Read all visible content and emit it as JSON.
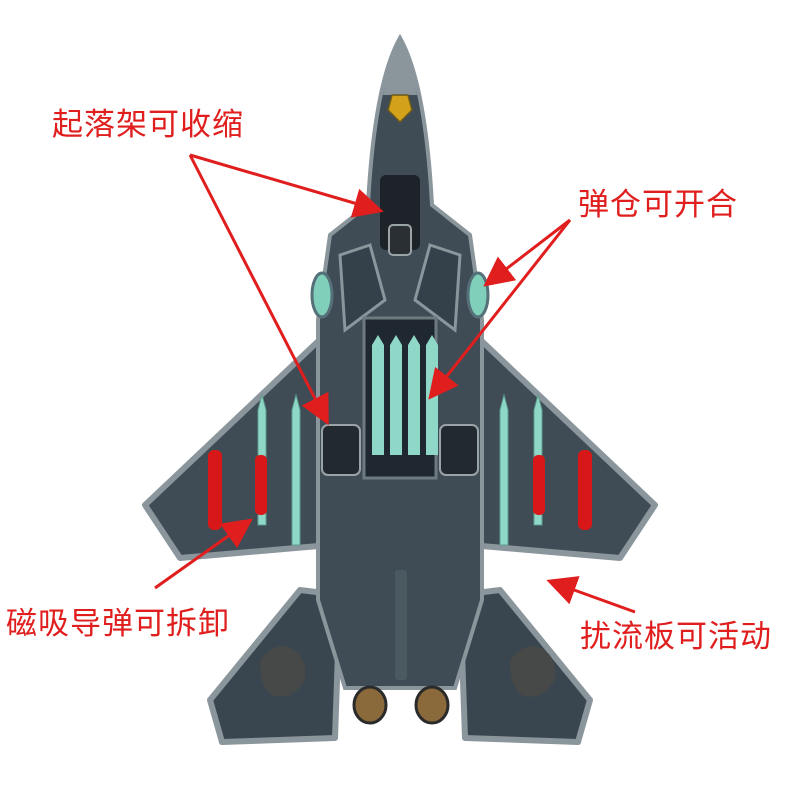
{
  "callouts": {
    "landing_gear": "起落架可收缩",
    "bay_doors": "弹仓可开合",
    "missiles": "磁吸导弹可拆卸",
    "spoilers": "扰流板可活动"
  },
  "colors": {
    "annotation": "#e01e1e",
    "fuselage": "#3f4c55",
    "fuselage_dark": "#2f3a42",
    "edge_trim": "#8a959c",
    "missile_teal": "#8fd8c8",
    "missile_red": "#d81818"
  }
}
